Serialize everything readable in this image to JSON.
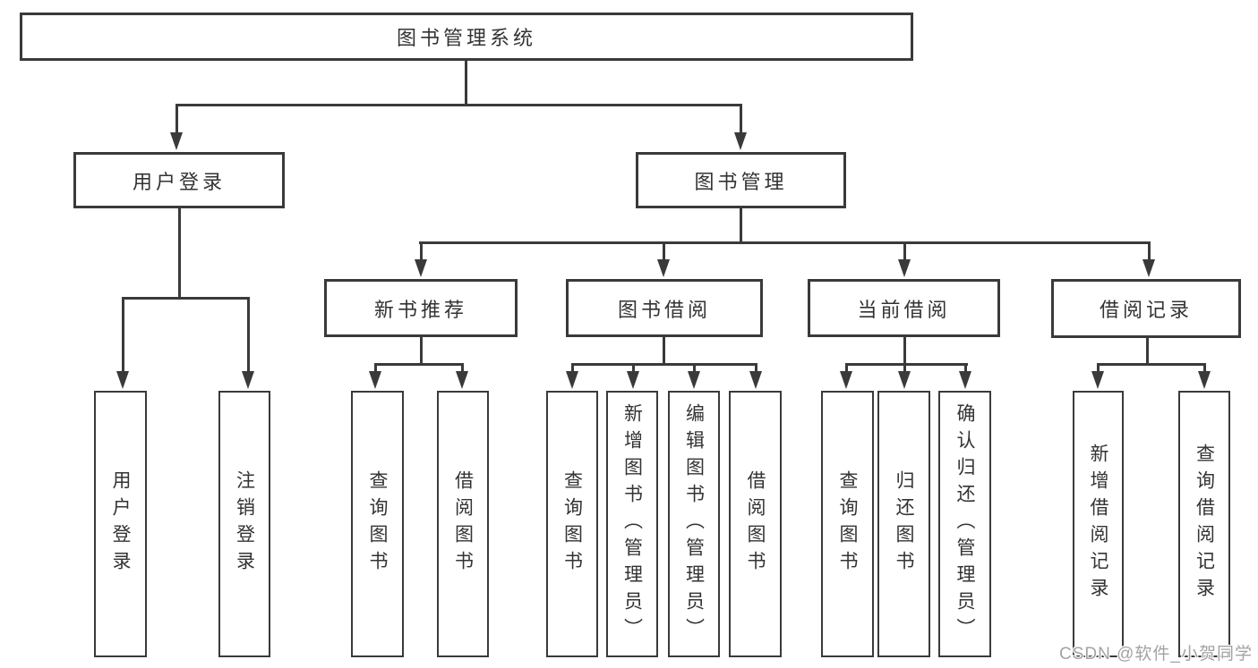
{
  "tree": {
    "label": "图书管理系统",
    "children": [
      {
        "label": "用户登录",
        "children": [
          {
            "label": "用户登录"
          },
          {
            "label": "注销登录"
          }
        ]
      },
      {
        "label": "图书管理",
        "children": [
          {
            "label": "新书推荐",
            "children": [
              {
                "label": "查询图书"
              },
              {
                "label": "借阅图书"
              }
            ]
          },
          {
            "label": "图书借阅",
            "children": [
              {
                "label": "查询图书"
              },
              {
                "label": "新增图书（管理员）"
              },
              {
                "label": "编辑图书（管理员）"
              },
              {
                "label": "借阅图书"
              }
            ]
          },
          {
            "label": "当前借阅",
            "children": [
              {
                "label": "查询图书"
              },
              {
                "label": "归还图书"
              },
              {
                "label": "确认归还（管理员）"
              }
            ]
          },
          {
            "label": "借阅记录",
            "children": [
              {
                "label": "新增借阅记录"
              },
              {
                "label": "查询借阅记录"
              }
            ]
          }
        ]
      }
    ]
  },
  "watermark": "CSDN @软件_小贺同学",
  "colors": {
    "line": "#3a3a3a",
    "box_border": "#3a3a3a",
    "text": "#333333",
    "watermark": "#a3a3a3",
    "background": "#ffffff"
  }
}
